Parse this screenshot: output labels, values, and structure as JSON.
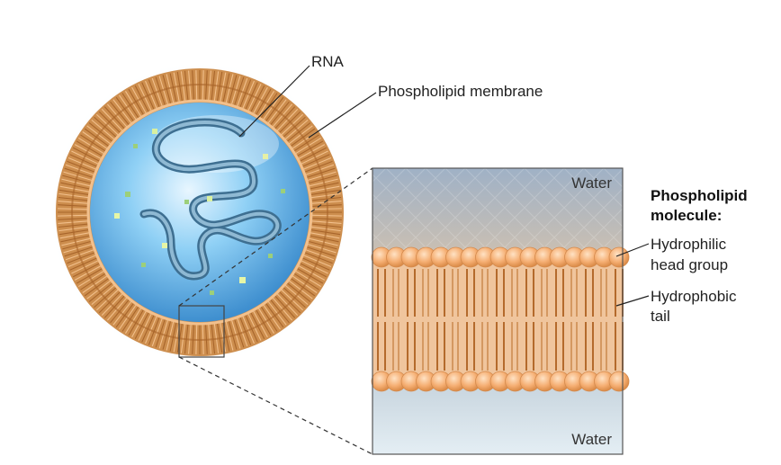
{
  "labels": {
    "rna": "RNA",
    "membrane": "Phospholipid membrane",
    "water_top": "Water",
    "water_bottom": "Water",
    "molecule_title_line1": "Phospholipid",
    "molecule_title_line2": "molecule:",
    "head_line1": "Hydrophilic",
    "head_line2": "head group",
    "tail_line1": "Hydrophobic",
    "tail_line2": "tail"
  },
  "colors": {
    "membrane_outer": "#c98c4a",
    "membrane_head": "#f3b27a",
    "tail_stroke": "#b46a2c",
    "interior_blue": "#7fc3ee",
    "rna_strand": "#5b8fb0",
    "water_top": "#aeb7c2",
    "water_bottom": "#d7e7f1"
  }
}
